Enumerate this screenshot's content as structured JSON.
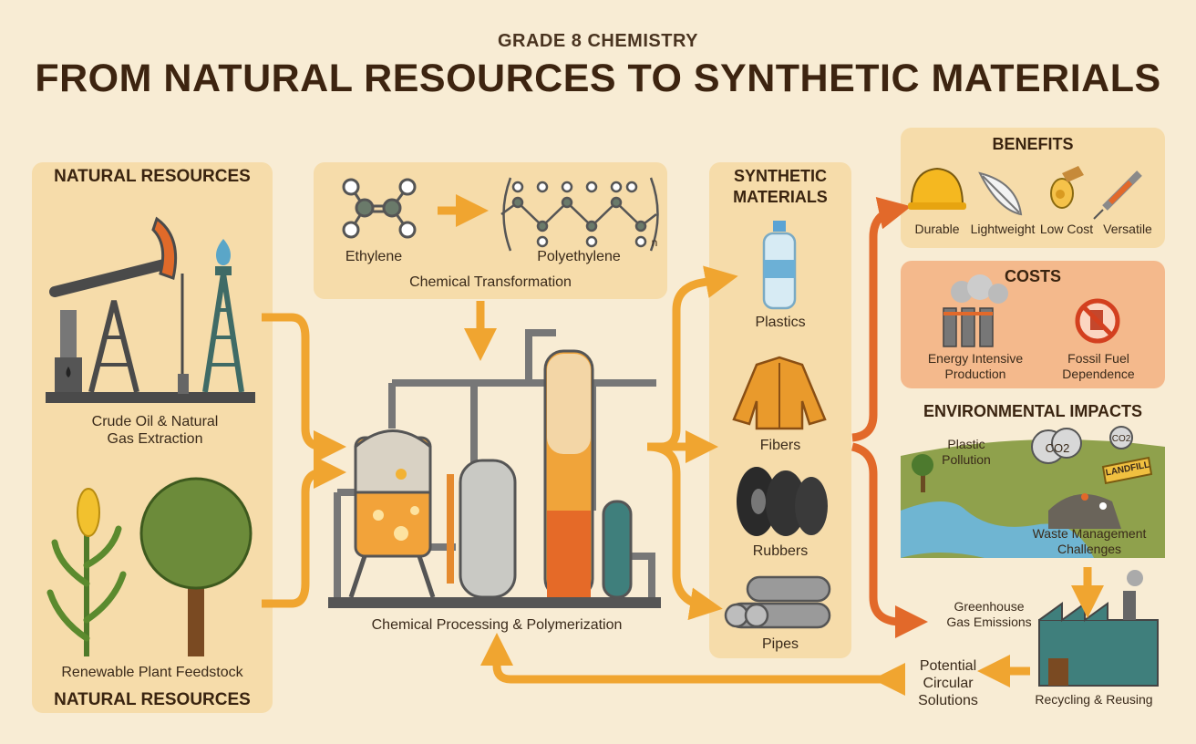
{
  "header": {
    "subtitle": "GRADE 8 CHEMISTRY",
    "title": "FROM NATURAL RESOURCES TO SYNTHETIC MATERIALS"
  },
  "natural_resources": {
    "heading_top": "NATURAL RESOURCES",
    "heading_bottom": "NATURAL RESOURCES",
    "extraction_label_line1": "Crude Oil & Natural",
    "extraction_label_line2": "Gas Extraction",
    "plant_label": "Renewable Plant Feedstock"
  },
  "chemistry": {
    "ethylene": "Ethylene",
    "polyethylene": "Polyethylene",
    "subscript_n": "n",
    "transformation": "Chemical Transformation",
    "processing": "Chemical Processing & Polymerization"
  },
  "synthetic": {
    "heading_line1": "SYNTHETIC",
    "heading_line2": "MATERIALS",
    "items": [
      "Plastics",
      "Fibers",
      "Rubbers",
      "Pipes"
    ]
  },
  "benefits": {
    "heading": "BENEFITS",
    "items": [
      "Durable",
      "Lightweight",
      "Low Cost",
      "Versatile"
    ]
  },
  "costs": {
    "heading": "COSTS",
    "energy_line1": "Energy Intensive",
    "energy_line2": "Production",
    "fossil_line1": "Fossil Fuel",
    "fossil_line2": "Dependence"
  },
  "environment": {
    "heading": "ENVIRONMENTAL IMPACTS",
    "plastic_line1": "Plastic",
    "plastic_line2": "Pollution",
    "co2_a": "CO2",
    "co2_b": "CO2",
    "landfill": "LANDFILL",
    "waste_line1": "Waste Management",
    "waste_line2": "Challenges",
    "ghg_line1": "Greenhouse",
    "ghg_line2": "Gas Emissions",
    "circular_line1": "Potential",
    "circular_line2": "Circular",
    "circular_line3": "Solutions",
    "recycling": "Recycling & Reusing"
  },
  "colors": {
    "background": "#f8ecd4",
    "panel": "#f6dcaa",
    "costs_panel": "#f4b98c",
    "arrow_yellow": "#f0a530",
    "arrow_orange": "#e2692a"
  }
}
